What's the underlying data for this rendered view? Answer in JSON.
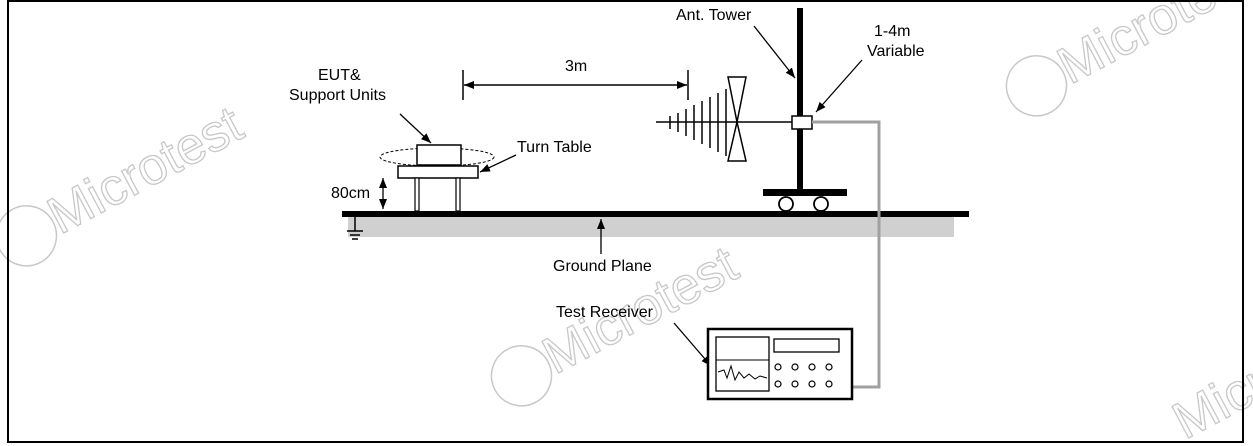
{
  "labels": {
    "eut_line1": "EUT&",
    "eut_line2": "Support Units",
    "distance": "3m",
    "turn_table": "Turn Table",
    "height": "80cm",
    "ant_tower": "Ant. Tower",
    "variable_line1": "1-4m",
    "variable_line2": "Variable",
    "ground_plane": "Ground Plane",
    "test_receiver": "Test Receiver"
  },
  "watermark": {
    "text": "Microtest"
  },
  "colors": {
    "line": "#000000",
    "cable": "#a0a0a0",
    "ground_shadow": "#d0d0d0",
    "watermark": "#c8c8c8"
  }
}
